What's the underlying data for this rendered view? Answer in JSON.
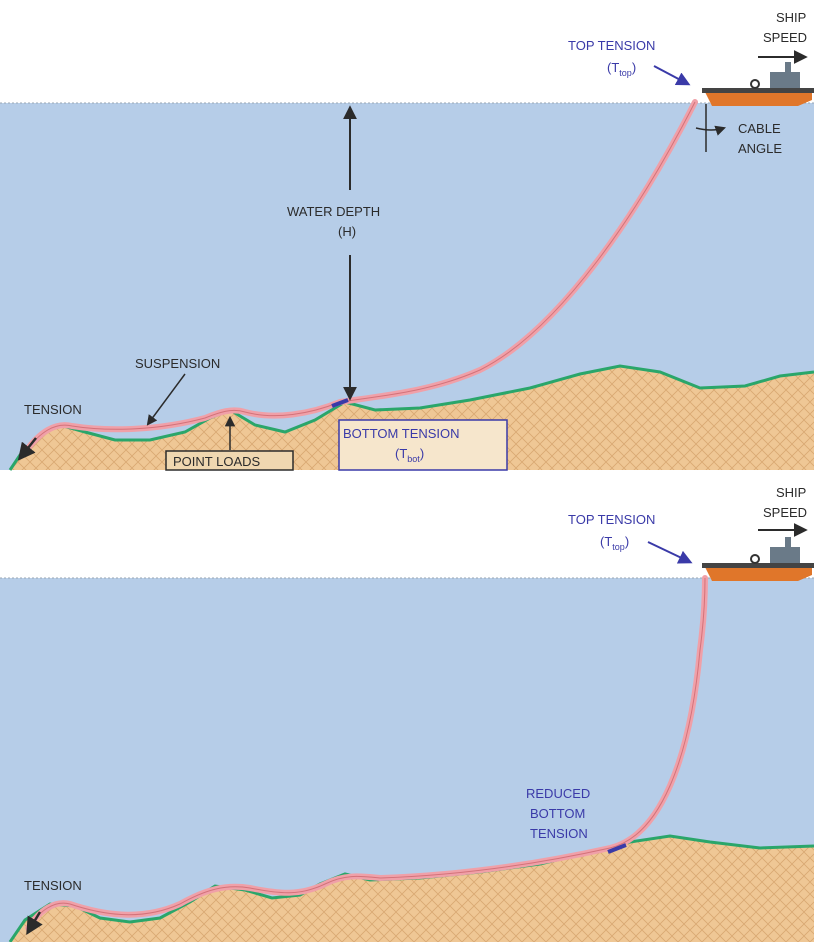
{
  "colors": {
    "water": "#b6cde8",
    "seabed": "#efc795",
    "seabed_hatch": "#d9a872",
    "seabed_edge": "#2aa66a",
    "cable": "#f0a0a8",
    "cable_core": "#c0545c",
    "blue_text": "#3a3aa8",
    "dark_text": "#2b2b2b",
    "hull": "#e0762a",
    "deck": "#6a7a88"
  },
  "top_panel": {
    "top_tension_label": "TOP TENSION",
    "top_tension_symbol": "T",
    "top_tension_sub": "top",
    "ship_label_1": "SHIP",
    "ship_label_2": "SPEED",
    "cable_angle_1": "CABLE",
    "cable_angle_2": "ANGLE",
    "water_depth_label": "WATER DEPTH",
    "water_depth_symbol": "(H)",
    "suspension_label": "SUSPENSION",
    "tension_label": "TENSION",
    "point_loads_label": "POINT LOADS",
    "bottom_tension_label": "BOTTOM TENSION",
    "bottom_tension_symbol": "T",
    "bottom_tension_sub": "bot"
  },
  "bottom_panel": {
    "top_tension_label": "TOP TENSION",
    "top_tension_symbol": "T",
    "top_tension_sub": "top",
    "ship_label_1": "SHIP",
    "ship_label_2": "SPEED",
    "reduced_1": "REDUCED",
    "reduced_2": "BOTTOM",
    "reduced_3": "TENSION",
    "tension_label": "TENSION"
  }
}
